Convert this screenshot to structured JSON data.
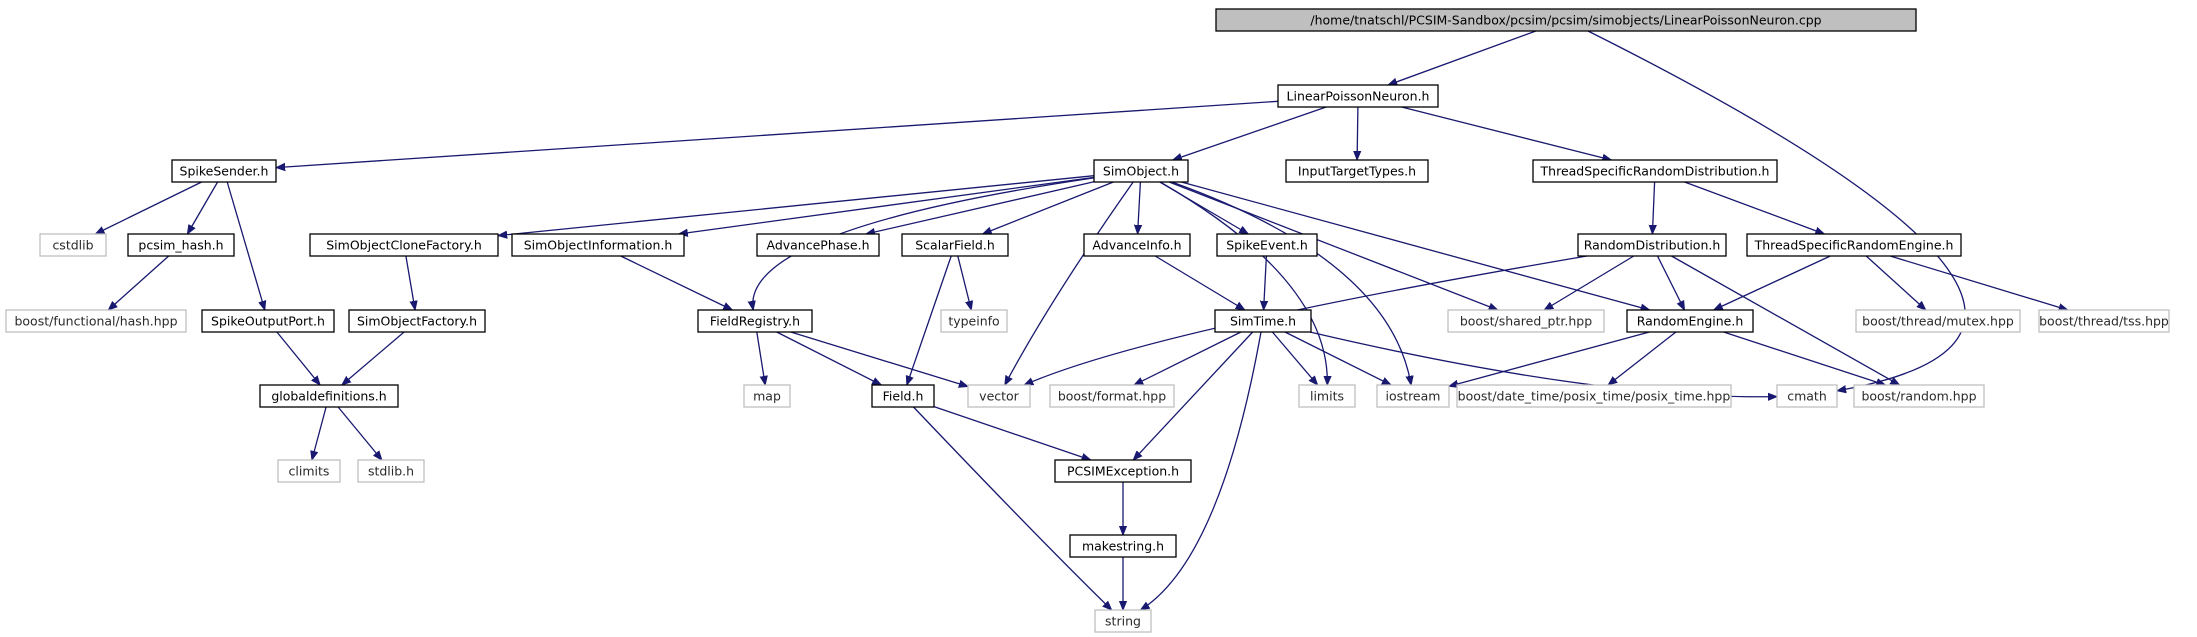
{
  "colors": {
    "edge": "#191970",
    "local_border": "#000000",
    "system_border": "#bfbfbf",
    "root_fill": "#bfbfbf",
    "background": "#ffffff"
  },
  "nodes": [
    {
      "id": "root",
      "label": "/home/tnatschl/PCSIM-Sandbox/pcsim/pcsim/simobjects/LinearPoissonNeuron.cpp",
      "kind": "root"
    },
    {
      "id": "lpn",
      "label": "LinearPoissonNeuron.h",
      "kind": "local"
    },
    {
      "id": "spikesender",
      "label": "SpikeSender.h",
      "kind": "local"
    },
    {
      "id": "simobject",
      "label": "SimObject.h",
      "kind": "local"
    },
    {
      "id": "inputtargettypes",
      "label": "InputTargetTypes.h",
      "kind": "local"
    },
    {
      "id": "tsrd",
      "label": "ThreadSpecificRandomDistribution.h",
      "kind": "local"
    },
    {
      "id": "cstdlib",
      "label": "cstdlib",
      "kind": "system"
    },
    {
      "id": "pcsimhash",
      "label": "pcsim_hash.h",
      "kind": "local"
    },
    {
      "id": "socf",
      "label": "SimObjectCloneFactory.h",
      "kind": "local"
    },
    {
      "id": "soinfo",
      "label": "SimObjectInformation.h",
      "kind": "local"
    },
    {
      "id": "advancephase",
      "label": "AdvancePhase.h",
      "kind": "local"
    },
    {
      "id": "scalarfield",
      "label": "ScalarField.h",
      "kind": "local"
    },
    {
      "id": "advanceinfo",
      "label": "AdvanceInfo.h",
      "kind": "local"
    },
    {
      "id": "spikeevent",
      "label": "SpikeEvent.h",
      "kind": "local"
    },
    {
      "id": "randomdist",
      "label": "RandomDistribution.h",
      "kind": "local"
    },
    {
      "id": "tsre",
      "label": "ThreadSpecificRandomEngine.h",
      "kind": "local"
    },
    {
      "id": "boosthash",
      "label": "boost/functional/hash.hpp",
      "kind": "system"
    },
    {
      "id": "spikeoutputport",
      "label": "SpikeOutputPort.h",
      "kind": "local"
    },
    {
      "id": "sofactory",
      "label": "SimObjectFactory.h",
      "kind": "local"
    },
    {
      "id": "fieldregistry",
      "label": "FieldRegistry.h",
      "kind": "local"
    },
    {
      "id": "typeinfo",
      "label": "typeinfo",
      "kind": "system"
    },
    {
      "id": "simtime",
      "label": "SimTime.h",
      "kind": "local"
    },
    {
      "id": "sharedptr",
      "label": "boost/shared_ptr.hpp",
      "kind": "system"
    },
    {
      "id": "randomengine",
      "label": "RandomEngine.h",
      "kind": "local"
    },
    {
      "id": "mutex",
      "label": "boost/thread/mutex.hpp",
      "kind": "system"
    },
    {
      "id": "tss",
      "label": "boost/thread/tss.hpp",
      "kind": "system"
    },
    {
      "id": "globaldefs",
      "label": "globaldefinitions.h",
      "kind": "local"
    },
    {
      "id": "map",
      "label": "map",
      "kind": "system"
    },
    {
      "id": "field",
      "label": "Field.h",
      "kind": "local"
    },
    {
      "id": "vector",
      "label": "vector",
      "kind": "system"
    },
    {
      "id": "format",
      "label": "boost/format.hpp",
      "kind": "system"
    },
    {
      "id": "limits",
      "label": "limits",
      "kind": "system"
    },
    {
      "id": "iostream",
      "label": "iostream",
      "kind": "system"
    },
    {
      "id": "posixtime",
      "label": "boost/date_time/posix_time/posix_time.hpp",
      "kind": "system"
    },
    {
      "id": "cmath",
      "label": "cmath",
      "kind": "system"
    },
    {
      "id": "boostrandom",
      "label": "boost/random.hpp",
      "kind": "system"
    },
    {
      "id": "climits",
      "label": "climits",
      "kind": "system"
    },
    {
      "id": "stdlib",
      "label": "stdlib.h",
      "kind": "system"
    },
    {
      "id": "pcsimexception",
      "label": "PCSIMException.h",
      "kind": "local"
    },
    {
      "id": "makestring",
      "label": "makestring.h",
      "kind": "local"
    },
    {
      "id": "string",
      "label": "string",
      "kind": "system"
    }
  ],
  "edges": [
    [
      "root",
      "lpn"
    ],
    [
      "root",
      "cmath"
    ],
    [
      "lpn",
      "spikesender"
    ],
    [
      "lpn",
      "simobject"
    ],
    [
      "lpn",
      "inputtargettypes"
    ],
    [
      "lpn",
      "tsrd"
    ],
    [
      "spikesender",
      "cstdlib"
    ],
    [
      "spikesender",
      "pcsimhash"
    ],
    [
      "spikesender",
      "spikeoutputport"
    ],
    [
      "pcsimhash",
      "boosthash"
    ],
    [
      "spikeoutputport",
      "globaldefs"
    ],
    [
      "globaldefs",
      "climits"
    ],
    [
      "globaldefs",
      "stdlib"
    ],
    [
      "simobject",
      "socf"
    ],
    [
      "simobject",
      "soinfo"
    ],
    [
      "simobject",
      "advancephase"
    ],
    [
      "simobject",
      "scalarfield"
    ],
    [
      "simobject",
      "advanceinfo"
    ],
    [
      "simobject",
      "spikeevent"
    ],
    [
      "simobject",
      "fieldregistry"
    ],
    [
      "simobject",
      "vector"
    ],
    [
      "simobject",
      "limits"
    ],
    [
      "simobject",
      "iostream"
    ],
    [
      "simobject",
      "sharedptr"
    ],
    [
      "simobject",
      "randomengine"
    ],
    [
      "socf",
      "sofactory"
    ],
    [
      "sofactory",
      "globaldefs"
    ],
    [
      "soinfo",
      "fieldregistry"
    ],
    [
      "fieldregistry",
      "map"
    ],
    [
      "fieldregistry",
      "field"
    ],
    [
      "fieldregistry",
      "vector"
    ],
    [
      "scalarfield",
      "typeinfo"
    ],
    [
      "scalarfield",
      "field"
    ],
    [
      "field",
      "pcsimexception"
    ],
    [
      "field",
      "string"
    ],
    [
      "advanceinfo",
      "simtime"
    ],
    [
      "spikeevent",
      "simtime"
    ],
    [
      "simtime",
      "format"
    ],
    [
      "simtime",
      "limits"
    ],
    [
      "simtime",
      "iostream"
    ],
    [
      "simtime",
      "cmath"
    ],
    [
      "simtime",
      "pcsimexception"
    ],
    [
      "simtime",
      "string"
    ],
    [
      "pcsimexception",
      "makestring"
    ],
    [
      "makestring",
      "string"
    ],
    [
      "tsrd",
      "randomdist"
    ],
    [
      "tsrd",
      "tsre"
    ],
    [
      "randomdist",
      "vector"
    ],
    [
      "randomdist",
      "sharedptr"
    ],
    [
      "randomdist",
      "randomengine"
    ],
    [
      "randomdist",
      "boostrandom"
    ],
    [
      "tsre",
      "randomengine"
    ],
    [
      "tsre",
      "mutex"
    ],
    [
      "tsre",
      "tss"
    ],
    [
      "randomengine",
      "iostream"
    ],
    [
      "randomengine",
      "posixtime"
    ],
    [
      "randomengine",
      "boostrandom"
    ]
  ]
}
